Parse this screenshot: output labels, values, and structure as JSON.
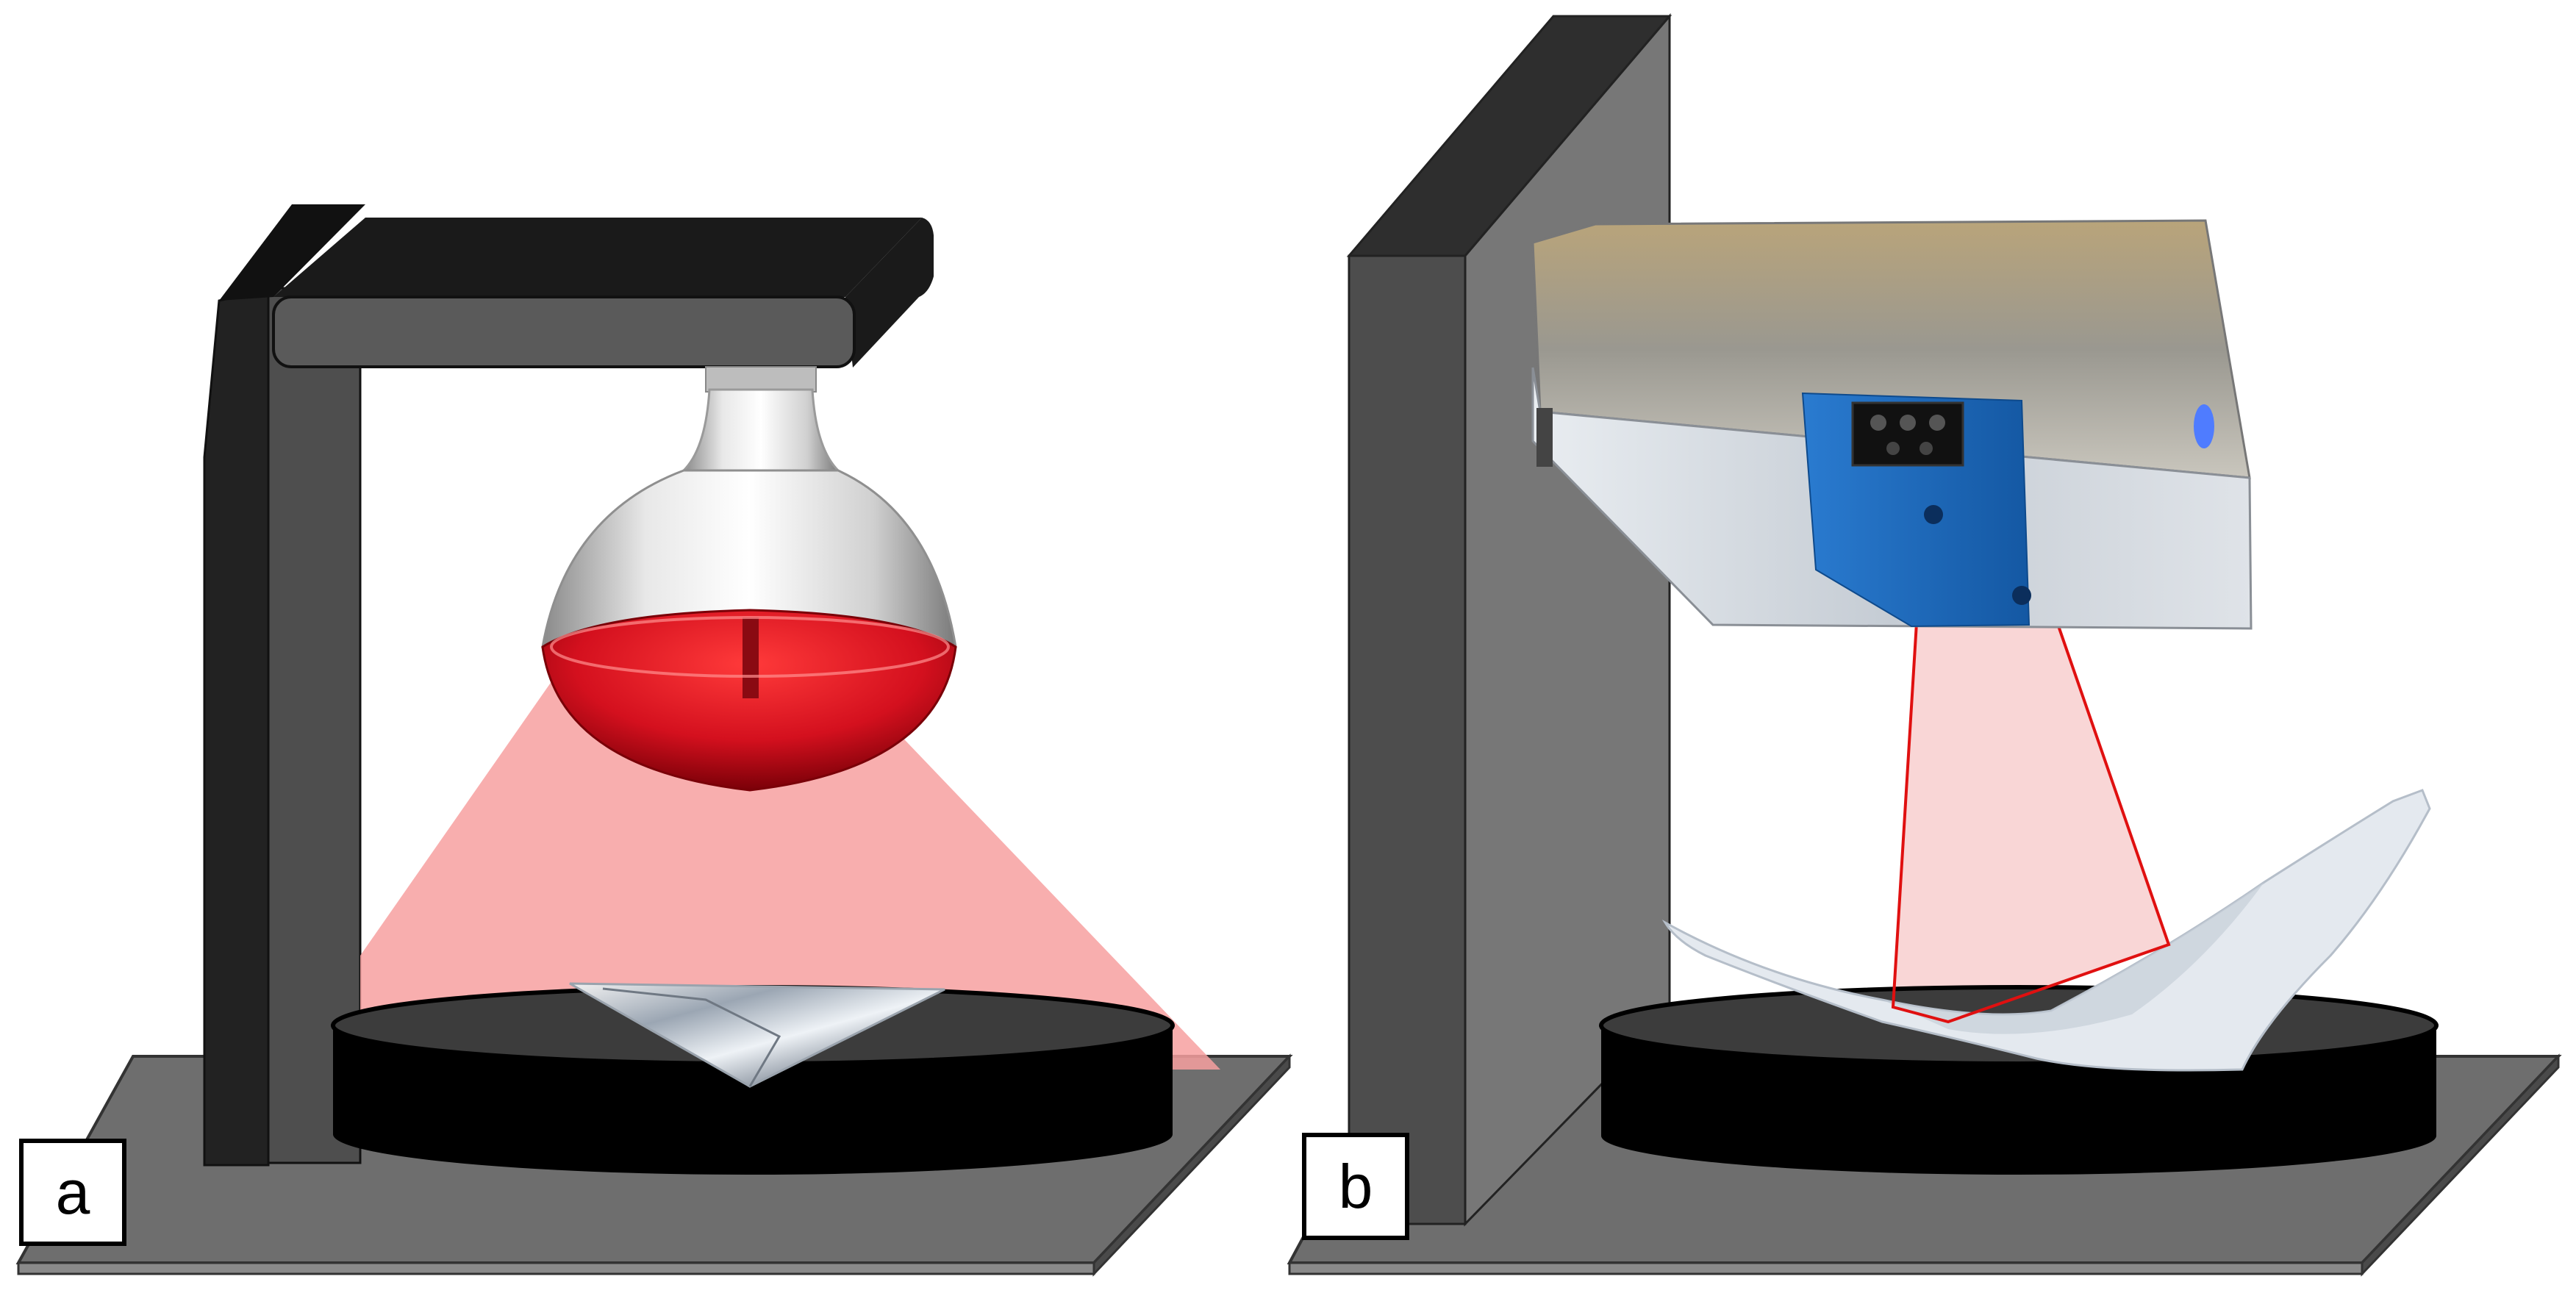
{
  "panels": [
    {
      "id": "a",
      "label": "a"
    },
    {
      "id": "b",
      "label": "b"
    }
  ],
  "colors": {
    "base_plate": "#6e6e6e",
    "turntable": "#000000",
    "stand_dark": "#1f1f1f",
    "stand_arm": "#555555",
    "heat_beam": "#f7a0a0",
    "bulb_red": "#d4101e",
    "wall_panel": "#4d4d4d",
    "scanner_body": "#c9cdd3",
    "scanner_band": "#1c68b8",
    "scan_frustum": "#e01010"
  }
}
